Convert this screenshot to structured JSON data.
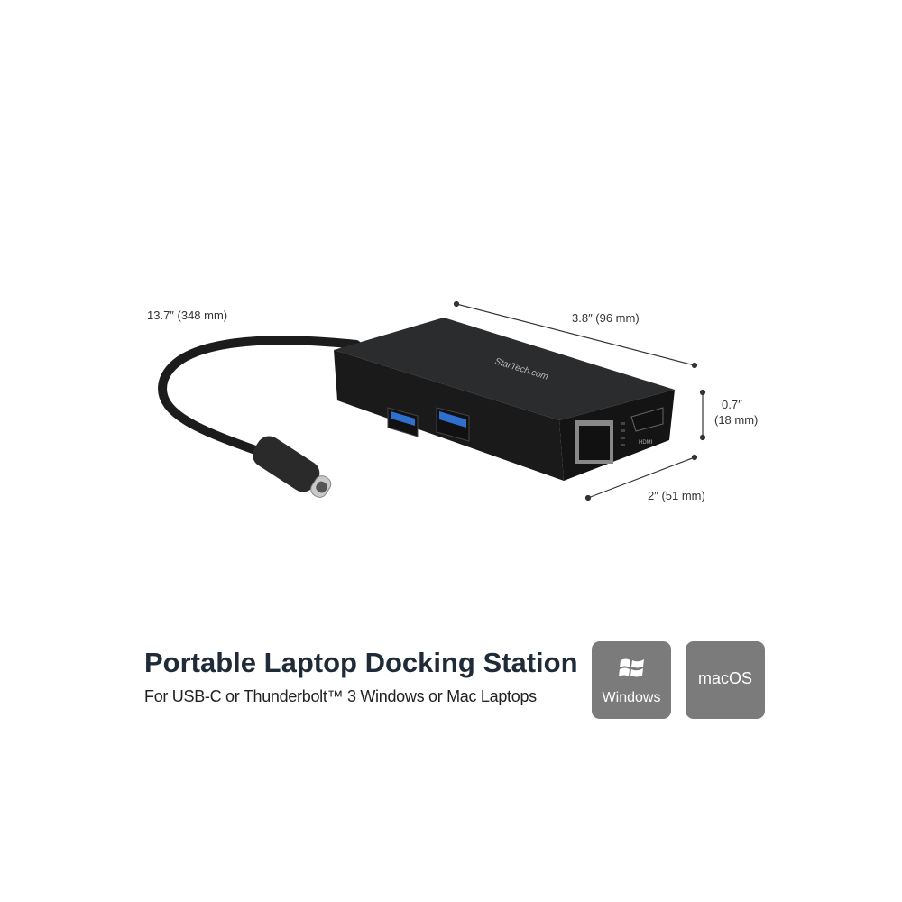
{
  "dimensions": {
    "cable_length": "13.7″ (348 mm)",
    "length": "3.8″ (96 mm)",
    "height_in": "0.7″",
    "height_mm": "(18 mm)",
    "width": "2″ (51 mm)"
  },
  "product": {
    "brand_logo": "StarTech.com",
    "hdmi_label": "HDMI",
    "title": "Portable Laptop Docking Station",
    "subtitle": "For USB-C or Thunderbolt™ 3 Windows or Mac Laptops"
  },
  "os_badges": [
    {
      "label": "Windows",
      "icon": "windows-logo-icon"
    },
    {
      "label": "macOS"
    }
  ],
  "colors": {
    "badge": "#7b7b7b",
    "title": "#1f2b38",
    "usb_blue": "#2f6fd0"
  }
}
